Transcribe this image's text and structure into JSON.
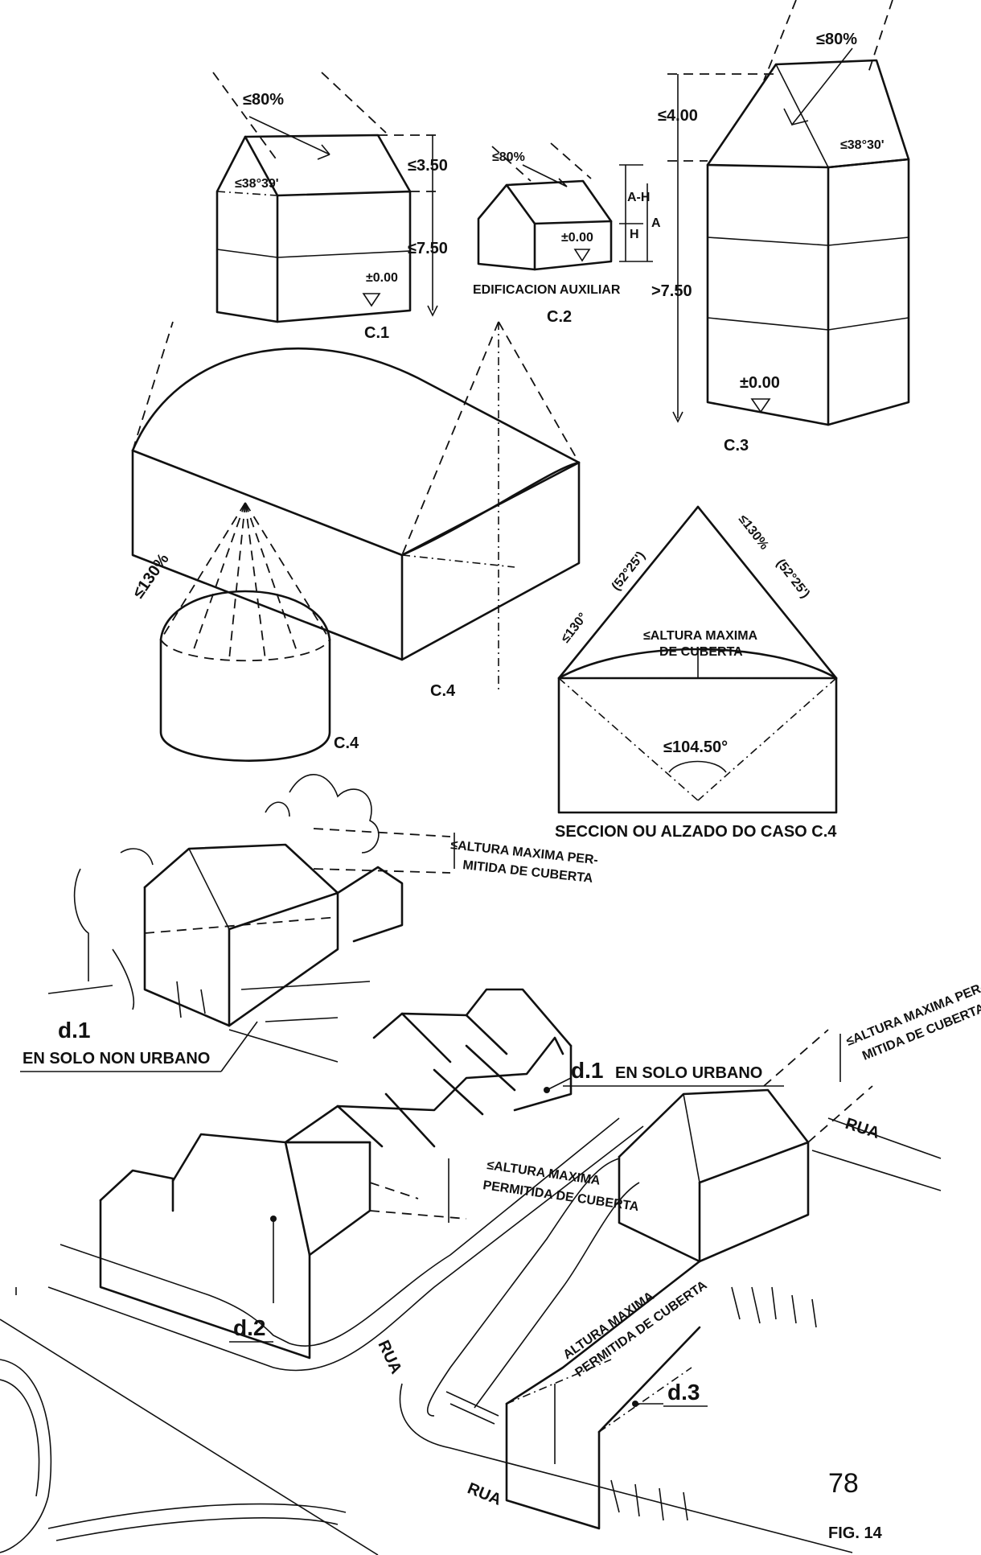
{
  "c1": {
    "roof_pct": "≤80%",
    "angle": "≤38°39'",
    "h_top": "≤3.50",
    "h_total": "≤7.50",
    "level": "±0.00",
    "label": "C.1"
  },
  "c2": {
    "roof_pct": "≤80%",
    "level": "±0.00",
    "dim_ah": "A-H",
    "dim_h": "H",
    "dim_a": "A",
    "caption": "EDIFICACION AUXILIAR",
    "label": "C.2"
  },
  "c3": {
    "roof_pct": "≤80%",
    "angle": "≤38°30'",
    "h_top": "≤4.00",
    "h_total": ">7.50",
    "level": "±0.00",
    "label": "C.3"
  },
  "c4": {
    "label_barrel": "C.4",
    "label_silo": "C.4",
    "pct_silo": "≤130%",
    "pct_left": "≤130°",
    "angle_left": "(52°25')",
    "pct_right": "≤130%",
    "angle_right": "(52°25')",
    "altura_line1": "≤ALTURA MAXIMA",
    "altura_line2": "DE CUBERTA",
    "bottom_angle": "≤104.50°",
    "section_caption": "SECCION OU ALZADO DO CASO C.4"
  },
  "d1_rural": {
    "note_line1": "≤ALTURA MAXIMA PER-",
    "note_line2": "MITIDA DE CUBERTA",
    "label": "d.1",
    "caption": "EN SOLO NON URBANO"
  },
  "d1_urban": {
    "label": "d.1",
    "caption": "EN SOLO URBANO",
    "note_line1": "≤ALTURA MAXIMA PER-",
    "note_line2": "MITIDA DE CUBERTA"
  },
  "d2": {
    "label": "d.2",
    "note_line1": "≤ALTURA MAXIMA",
    "note_line2": "PERMITIDA DE CUBERTA"
  },
  "d3": {
    "label": "d.3",
    "note_line1": "ALTURA MAXIMA",
    "note_line2": "PERMITIDA DE CUBERTA"
  },
  "streets": {
    "rua_1": "RUA",
    "rua_2": "RUA",
    "rua_3": "RUA"
  },
  "page_number": "78",
  "figure": "FIG. 14"
}
